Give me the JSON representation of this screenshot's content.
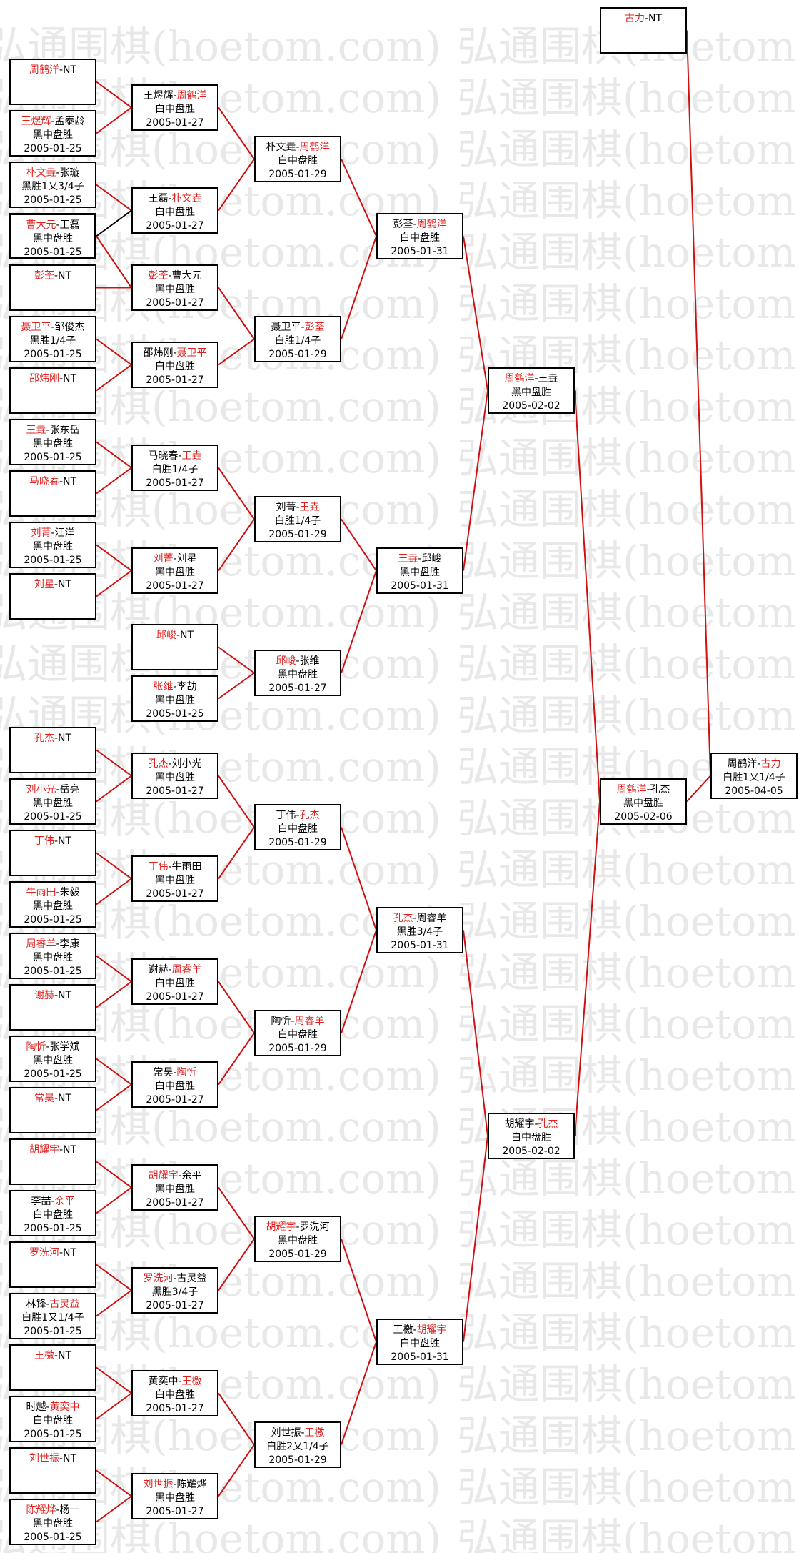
{
  "watermark": "弘通围棋(hoetom.com)",
  "colors": {
    "winner_text": "#e0201f",
    "line_red": "#d01010",
    "line_black": "#000000",
    "border": "#000000",
    "watermark": "#e8e8e8"
  },
  "matches": {
    "r1m01": {
      "p1": "周鹤洋",
      "p2": "NT",
      "w": 1
    },
    "r1m02": {
      "p1": "王煜辉",
      "p2": "孟泰龄",
      "w": 1,
      "res": "黑中盘胜",
      "date": "2005-01-25"
    },
    "r1m03": {
      "p1": "朴文垚",
      "p2": "张璇",
      "w": 1,
      "res": "黑胜1又3/4子",
      "date": "2005-01-25"
    },
    "r1m04": {
      "p1": "曹大元",
      "p2": "王磊",
      "w": 1,
      "res": "黑中盘胜",
      "date": "2005-01-25"
    },
    "r1m05": {
      "p1": "彭荃",
      "p2": "NT",
      "w": 1
    },
    "r1m06": {
      "p1": "聂卫平",
      "p2": "邹俊杰",
      "w": 1,
      "res": "黑胜1/4子",
      "date": "2005-01-25"
    },
    "r1m07": {
      "p1": "邵炜刚",
      "p2": "NT",
      "w": 1
    },
    "r1m08": {
      "p1": "王垚",
      "p2": "张东岳",
      "w": 1,
      "res": "黑中盘胜",
      "date": "2005-01-25"
    },
    "r1m09": {
      "p1": "马晓春",
      "p2": "NT",
      "w": 1
    },
    "r1m10": {
      "p1": "刘菁",
      "p2": "汪洋",
      "w": 1,
      "res": "黑中盘胜",
      "date": "2005-01-25"
    },
    "r1m11": {
      "p1": "刘星",
      "p2": "NT",
      "w": 1
    },
    "r1m12": {
      "p1": "邱峻",
      "p2": "NT",
      "w": 1
    },
    "r1m13": {
      "p1": "张维",
      "p2": "李劼",
      "w": 1,
      "res": "黑中盘胜",
      "date": "2005-01-25"
    },
    "r1m14": {
      "p1": "孔杰",
      "p2": "NT",
      "w": 1
    },
    "r1m15": {
      "p1": "刘小光",
      "p2": "岳亮",
      "w": 1,
      "res": "黑中盘胜",
      "date": "2005-01-25"
    },
    "r1m16": {
      "p1": "丁伟",
      "p2": "NT",
      "w": 1
    },
    "r1m17": {
      "p1": "牛雨田",
      "p2": "朱毅",
      "w": 1,
      "res": "黑中盘胜",
      "date": "2005-01-25"
    },
    "r1m18": {
      "p1": "周睿羊",
      "p2": "李康",
      "w": 1,
      "res": "黑中盘胜",
      "date": "2005-01-25"
    },
    "r1m19": {
      "p1": "谢赫",
      "p2": "NT",
      "w": 1
    },
    "r1m20": {
      "p1": "陶忻",
      "p2": "张学斌",
      "w": 1,
      "res": "黑中盘胜",
      "date": "2005-01-25"
    },
    "r1m21": {
      "p1": "常昊",
      "p2": "NT",
      "w": 1
    },
    "r1m22": {
      "p1": "胡耀宇",
      "p2": "NT",
      "w": 1
    },
    "r1m23": {
      "p1": "李喆",
      "p2": "余平",
      "w": 2,
      "res": "白中盘胜",
      "date": "2005-01-25"
    },
    "r1m24": {
      "p1": "罗洗河",
      "p2": "NT",
      "w": 1
    },
    "r1m25": {
      "p1": "林锋",
      "p2": "古灵益",
      "w": 2,
      "res": "白胜1又1/4子",
      "date": "2005-01-25"
    },
    "r1m26": {
      "p1": "王檄",
      "p2": "NT",
      "w": 1
    },
    "r1m27": {
      "p1": "时越",
      "p2": "黄奕中",
      "w": 2,
      "res": "白中盘胜",
      "date": "2005-01-25"
    },
    "r1m28": {
      "p1": "刘世振",
      "p2": "NT",
      "w": 1
    },
    "r1m29": {
      "p1": "陈耀烨",
      "p2": "杨一",
      "w": 1,
      "res": "黑中盘胜",
      "date": "2005-01-25"
    },
    "r2m01": {
      "p1": "王煜辉",
      "p2": "周鹤洋",
      "w": 2,
      "res": "白中盘胜",
      "date": "2005-01-27"
    },
    "r2m02": {
      "p1": "王磊",
      "p2": "朴文垚",
      "w": 2,
      "res": "白中盘胜",
      "date": "2005-01-27"
    },
    "r2m03": {
      "p1": "彭荃",
      "p2": "曹大元",
      "w": 1,
      "res": "黑中盘胜",
      "date": "2005-01-27"
    },
    "r2m04": {
      "p1": "邵炜刚",
      "p2": "聂卫平",
      "w": 2,
      "res": "白中盘胜",
      "date": "2005-01-27"
    },
    "r2m05": {
      "p1": "马晓春",
      "p2": "王垚",
      "w": 2,
      "res": "白胜1/4子",
      "date": "2005-01-27"
    },
    "r2m06": {
      "p1": "刘菁",
      "p2": "刘星",
      "w": 1,
      "res": "黑中盘胜",
      "date": "2005-01-27"
    },
    "r2m07": {
      "p1": "邱峻",
      "p2": "NT",
      "w": 1
    },
    "r2m08": {
      "p1": "张维",
      "p2": "李劼",
      "w": 1,
      "res": "黑中盘胜",
      "date": "2005-01-25"
    },
    "r2m09": {
      "p1": "孔杰",
      "p2": "刘小光",
      "w": 1,
      "res": "黑中盘胜",
      "date": "2005-01-27"
    },
    "r2m10": {
      "p1": "丁伟",
      "p2": "牛雨田",
      "w": 1,
      "res": "黑中盘胜",
      "date": "2005-01-27"
    },
    "r2m11": {
      "p1": "谢赫",
      "p2": "周睿羊",
      "w": 2,
      "res": "白中盘胜",
      "date": "2005-01-27"
    },
    "r2m12": {
      "p1": "常昊",
      "p2": "陶忻",
      "w": 2,
      "res": "白中盘胜",
      "date": "2005-01-27"
    },
    "r2m13": {
      "p1": "胡耀宇",
      "p2": "余平",
      "w": 1,
      "res": "黑中盘胜",
      "date": "2005-01-27"
    },
    "r2m14": {
      "p1": "罗洗河",
      "p2": "古灵益",
      "w": 1,
      "res": "黑胜3/4子",
      "date": "2005-01-27"
    },
    "r2m15": {
      "p1": "黄奕中",
      "p2": "王檄",
      "w": 2,
      "res": "白中盘胜",
      "date": "2005-01-27"
    },
    "r2m16": {
      "p1": "刘世振",
      "p2": "陈耀烨",
      "w": 1,
      "res": "黑中盘胜",
      "date": "2005-01-27"
    },
    "r3m01": {
      "p1": "朴文垚",
      "p2": "周鹤洋",
      "w": 2,
      "res": "白中盘胜",
      "date": "2005-01-29"
    },
    "r3m02": {
      "p1": "聂卫平",
      "p2": "彭荃",
      "w": 2,
      "res": "白胜1/4子",
      "date": "2005-01-29"
    },
    "r3m03": {
      "p1": "刘菁",
      "p2": "王垚",
      "w": 2,
      "res": "白胜1/4子",
      "date": "2005-01-29"
    },
    "r3m04": {
      "p1": "邱峻",
      "p2": "张维",
      "w": 1,
      "res": "黑中盘胜",
      "date": "2005-01-27"
    },
    "r3m05": {
      "p1": "丁伟",
      "p2": "孔杰",
      "w": 2,
      "res": "白中盘胜",
      "date": "2005-01-29"
    },
    "r3m06": {
      "p1": "陶忻",
      "p2": "周睿羊",
      "w": 2,
      "res": "白中盘胜",
      "date": "2005-01-29"
    },
    "r3m07": {
      "p1": "胡耀宇",
      "p2": "罗洗河",
      "w": 1,
      "res": "黑中盘胜",
      "date": "2005-01-29"
    },
    "r3m08": {
      "p1": "刘世振",
      "p2": "王檄",
      "w": 2,
      "res": "白胜2又1/4子",
      "date": "2005-01-29"
    },
    "r4m01": {
      "p1": "彭荃",
      "p2": "周鹤洋",
      "w": 2,
      "res": "白中盘胜",
      "date": "2005-01-31"
    },
    "r4m02": {
      "p1": "王垚",
      "p2": "邱峻",
      "w": 1,
      "res": "黑中盘胜",
      "date": "2005-01-31"
    },
    "r4m03": {
      "p1": "孔杰",
      "p2": "周睿羊",
      "w": 1,
      "res": "黑胜3/4子",
      "date": "2005-01-31"
    },
    "r4m04": {
      "p1": "王檄",
      "p2": "胡耀宇",
      "w": 2,
      "res": "白中盘胜",
      "date": "2005-01-31"
    },
    "r5m01": {
      "p1": "周鹤洋",
      "p2": "王垚",
      "w": 1,
      "res": "黑中盘胜",
      "date": "2005-02-02"
    },
    "r5m02": {
      "p1": "胡耀宇",
      "p2": "孔杰",
      "w": 2,
      "res": "白中盘胜",
      "date": "2005-02-02"
    },
    "r6m01": {
      "p1": "周鹤洋",
      "p2": "孔杰",
      "w": 1,
      "res": "黑中盘胜",
      "date": "2005-02-06"
    },
    "r6m02": {
      "p1": "古力",
      "p2": "NT",
      "w": 1
    },
    "final": {
      "p1": "周鹤洋",
      "p2": "古力",
      "w": 2,
      "res": "白胜1又1/4子",
      "date": "2005-04-05"
    }
  }
}
